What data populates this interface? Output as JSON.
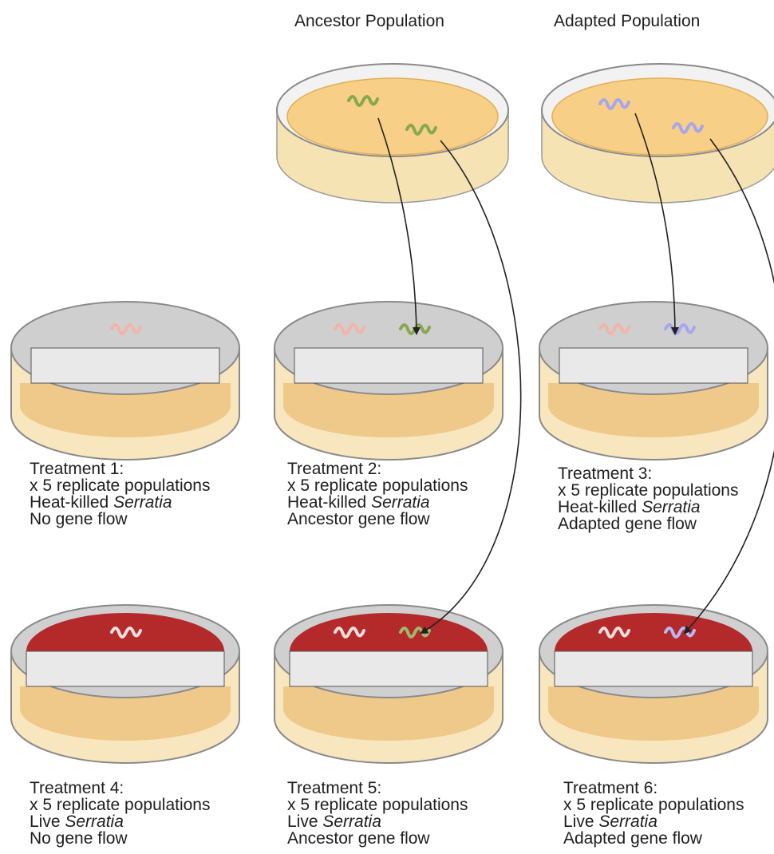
{
  "headers": {
    "ancestor": "Ancestor Population",
    "adapted": "Adapted Population"
  },
  "treatments": [
    {
      "title": "Treatment 1:",
      "replicates": "x 5 replicate populations",
      "serratia_prefix": "Heat-killed",
      "serratia_species": "Serratia",
      "gene_flow": "No gene flow"
    },
    {
      "title": "Treatment 2:",
      "replicates": "x 5 replicate populations",
      "serratia_prefix": "Heat-killed",
      "serratia_species": "Serratia",
      "gene_flow": "Ancestor gene flow"
    },
    {
      "title": "Treatment 3:",
      "replicates": "x 5 replicate populations",
      "serratia_prefix": "Heat-killed",
      "serratia_species": "Serratia",
      "gene_flow": "Adapted gene flow"
    },
    {
      "title": "Treatment 4:",
      "replicates": "x 5 replicate populations",
      "serratia_prefix": "Live",
      "serratia_species": "Serratia",
      "gene_flow": "No gene flow"
    },
    {
      "title": "Treatment 5:",
      "replicates": "x 5 replicate populations",
      "serratia_prefix": "Live",
      "serratia_species": "Serratia",
      "gene_flow": "Ancestor gene flow"
    },
    {
      "title": "Treatment 6:",
      "replicates": "x 5 replicate populations",
      "serratia_prefix": "Live",
      "serratia_species": "Serratia",
      "gene_flow": "Adapted gene flow"
    }
  ],
  "colors": {
    "ancestor_worm": "#86a84e",
    "adapted_worm": "#a6a6ee",
    "resident_worm": "#f2b4a8",
    "live_serratia": "#b42a2a",
    "agar": "#f7cf86",
    "arrow": "#222222"
  }
}
